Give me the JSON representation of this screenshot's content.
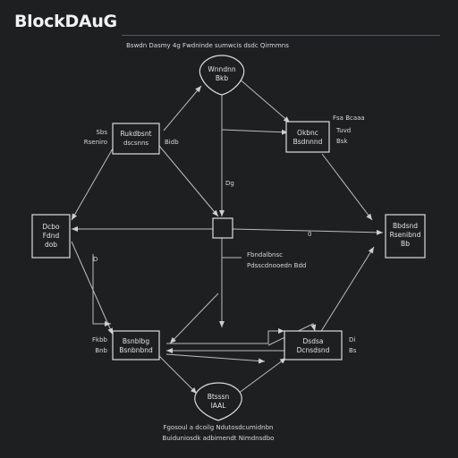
{
  "header": {
    "title": "BlockDAuG"
  },
  "diagram": {
    "caption_top": "Bswdn Dasmy 4g Fwdninde sumwcis dsdc Qirmmns",
    "caption_bottom_1": "Fgosoul a dcoilg Ndutosdcumidnbn",
    "caption_bottom_2": "Buiduniosdk adbimendt Nimdnsdbo",
    "nodes": {
      "top": {
        "line1": "Wnndnn",
        "line2": "Bkb"
      },
      "tl": {
        "line1": "Rukdbsnt",
        "line2": "dscsnns"
      },
      "tr": {
        "line1": "Okbnc",
        "line2": "Bsdnnnd"
      },
      "left": {
        "line1": "Dcbo",
        "line2": "Fdnd",
        "line3": "dob"
      },
      "right": {
        "line1": "Bbdsnd",
        "line2": "Rsenibnd",
        "line3": "Bb"
      },
      "bl": {
        "line1": "Bsnblbg",
        "line2": "Bsnbnbnd"
      },
      "br": {
        "line1": "Dsdsa",
        "line2": "Dcnsdsnd"
      },
      "bottom": {
        "line1": "Btsssn",
        "line2": "IAAL"
      }
    },
    "labels": {
      "tl_side_1": "Sbs",
      "tl_side_2": "Rseniro",
      "tl_right": "Bidb",
      "tr_side_1": "Fsa Bcaaa",
      "tr_side_2": "Tuvd",
      "tr_side_3": "Bsk",
      "center_mid": "Dg",
      "center_side": "0",
      "center_note_1": "Fbndalbnsc",
      "center_note_2": "Pdsscdnooedn Bdd",
      "left_mark": "D",
      "bl_side_1": "Fkbb",
      "bl_side_2": "Bnb",
      "br_side_1": "Di",
      "br_side_2": "Bs"
    }
  }
}
